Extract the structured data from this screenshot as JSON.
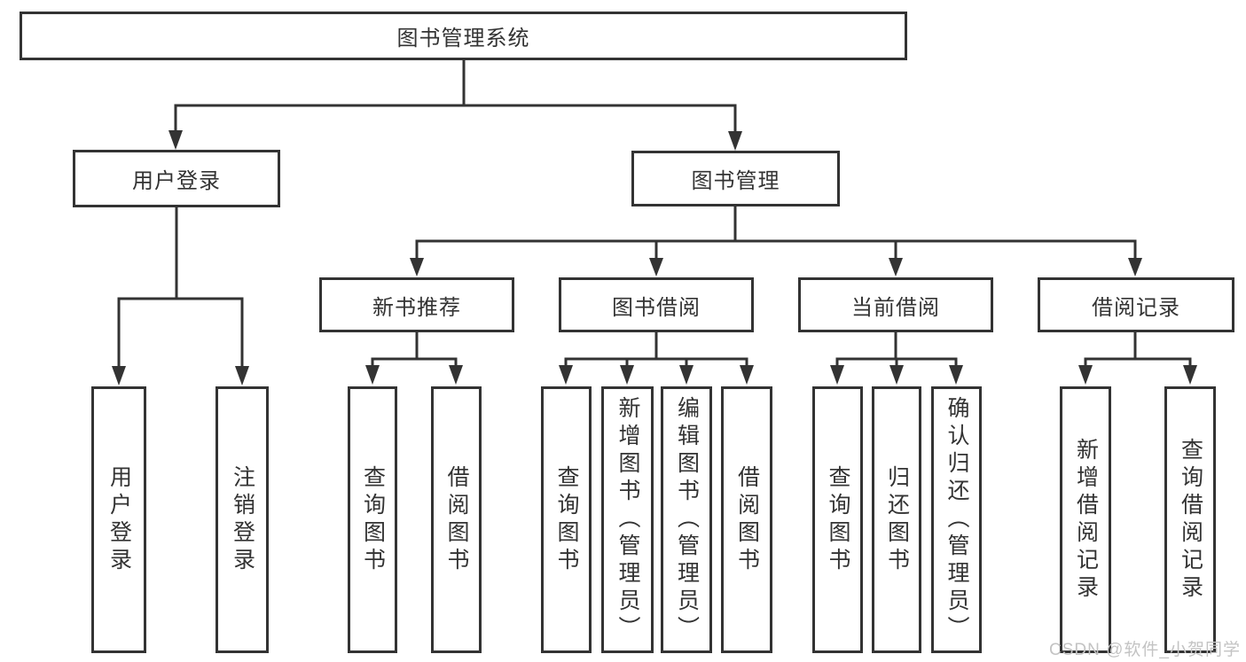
{
  "diagram": {
    "tree": {
      "label": "图书管理系统",
      "children": [
        {
          "label": "用户登录",
          "children": [
            {
              "label": "用户登录"
            },
            {
              "label": "注销登录"
            }
          ]
        },
        {
          "label": "图书管理",
          "children": [
            {
              "label": "新书推荐",
              "children": [
                {
                  "label": "查询图书"
                },
                {
                  "label": "借阅图书"
                }
              ]
            },
            {
              "label": "图书借阅",
              "children": [
                {
                  "label": "查询图书"
                },
                {
                  "label": "新增图书（管理员）"
                },
                {
                  "label": "编辑图书（管理员）"
                },
                {
                  "label": "借阅图书"
                }
              ]
            },
            {
              "label": "当前借阅",
              "children": [
                {
                  "label": "查询图书"
                },
                {
                  "label": "归还图书"
                },
                {
                  "label": "确认归还（管理员）"
                }
              ]
            },
            {
              "label": "借阅记录",
              "children": [
                {
                  "label": "新增借阅记录"
                },
                {
                  "label": "查询借阅记录"
                }
              ]
            }
          ]
        }
      ]
    },
    "watermark": "CSDN @软件_小贺同学",
    "colors": {
      "line": "#333333",
      "text": "#333333",
      "background": "#ffffff",
      "watermark": "#c3c3c3"
    }
  }
}
